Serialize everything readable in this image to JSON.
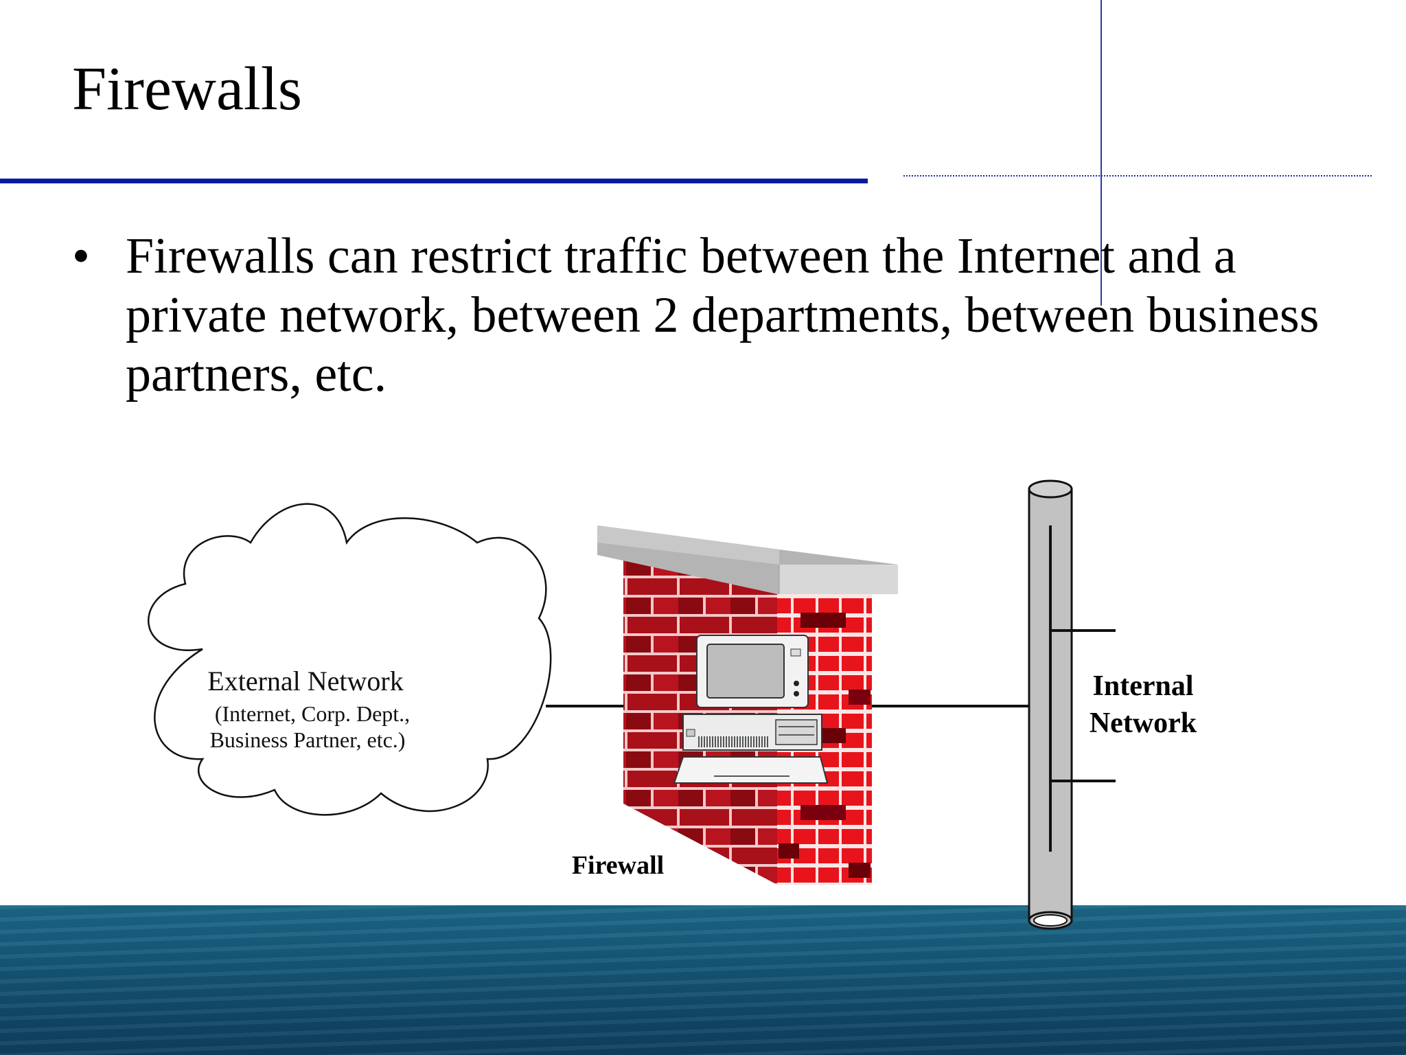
{
  "slide": {
    "title": "Firewalls",
    "bullet": "Firewalls can restrict traffic between the Internet and a private network, between 2 departments, between business partners, etc."
  },
  "diagram": {
    "external_network": {
      "label": "External Network",
      "detail_line1": "(Internet, Corp. Dept.,",
      "detail_line2": "Business Partner, etc.)"
    },
    "firewall_label": "Firewall",
    "internal_network": {
      "line1": "Internal",
      "line2": "Network"
    }
  },
  "colors": {
    "rule": "#0a1c9c",
    "brick_light": "#e8141c",
    "brick_dark": "#6a0008",
    "sea": "#16597a"
  }
}
